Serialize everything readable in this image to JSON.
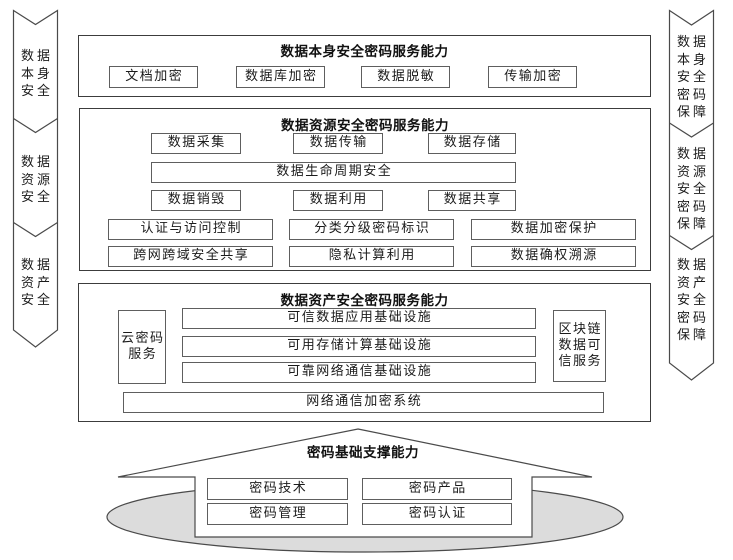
{
  "colors": {
    "outline": "#3c3c3c",
    "box_border": "#5e5e5e",
    "flow_line": "#2f2f2f",
    "ellipse_fill": "#dcdcdc",
    "text": "#1b1b1b"
  },
  "left_banners": [
    {
      "text": "数据\n本身\n安全"
    },
    {
      "text": "数据\n资源\n安全"
    },
    {
      "text": "数据\n资产\n安全"
    }
  ],
  "right_banners": [
    {
      "text": "数据\n本身\n安全\n密码\n保障"
    },
    {
      "text": "数据\n资源\n安全\n密码\n保障"
    },
    {
      "text": "数据\n资产\n安全\n密码\n保障"
    }
  ],
  "section_self": {
    "title": "数据本身安全密码服务能力",
    "items": [
      "文档加密",
      "数据库加密",
      "数据脱敏",
      "传输加密"
    ]
  },
  "section_resource": {
    "title": "数据资源安全密码服务能力",
    "flow_top": [
      "数据采集",
      "数据传输",
      "数据存储"
    ],
    "lifecycle": "数据生命周期安全",
    "flow_bottom": [
      "数据销毁",
      "数据利用",
      "数据共享"
    ],
    "capabilities_row1": [
      "认证与访问控制",
      "分类分级密码标识",
      "数据加密保护"
    ],
    "capabilities_row2": [
      "跨网跨域安全共享",
      "隐私计算利用",
      "数据确权溯源"
    ]
  },
  "section_asset": {
    "title": "数据资产安全密码服务能力",
    "cloud_box": "云密码服务",
    "infrastructures": [
      "可信数据应用基础设施",
      "可用存储计算基础设施",
      "可靠网络通信基础设施"
    ],
    "blockchain_box": "区块链数据可信服务",
    "network_box": "网络通信加密系统"
  },
  "foundation": {
    "title": "密码基础支撑能力",
    "items": [
      "密码技术",
      "密码产品",
      "密码管理",
      "密码认证"
    ]
  }
}
